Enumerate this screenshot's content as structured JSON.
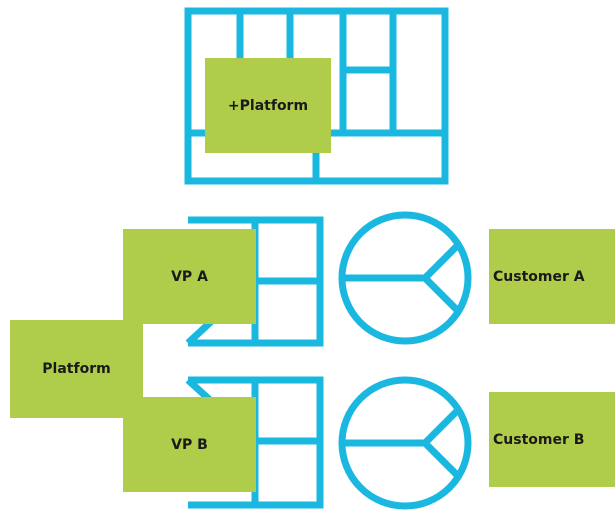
{
  "colors": {
    "outline": "#1ab8e0",
    "sticky": "#afcd4b",
    "text": "#1a1a1a"
  },
  "icons": [
    "business-model-canvas-icon",
    "value-proposition-canvas-icon",
    "customer-profile-icon"
  ],
  "notes": {
    "platform_plus": "+Platform",
    "vp_a": "VP A",
    "customer_a": "Customer A",
    "platform": "Platform",
    "vp_b": "VP B",
    "customer_b": "Customer B"
  }
}
